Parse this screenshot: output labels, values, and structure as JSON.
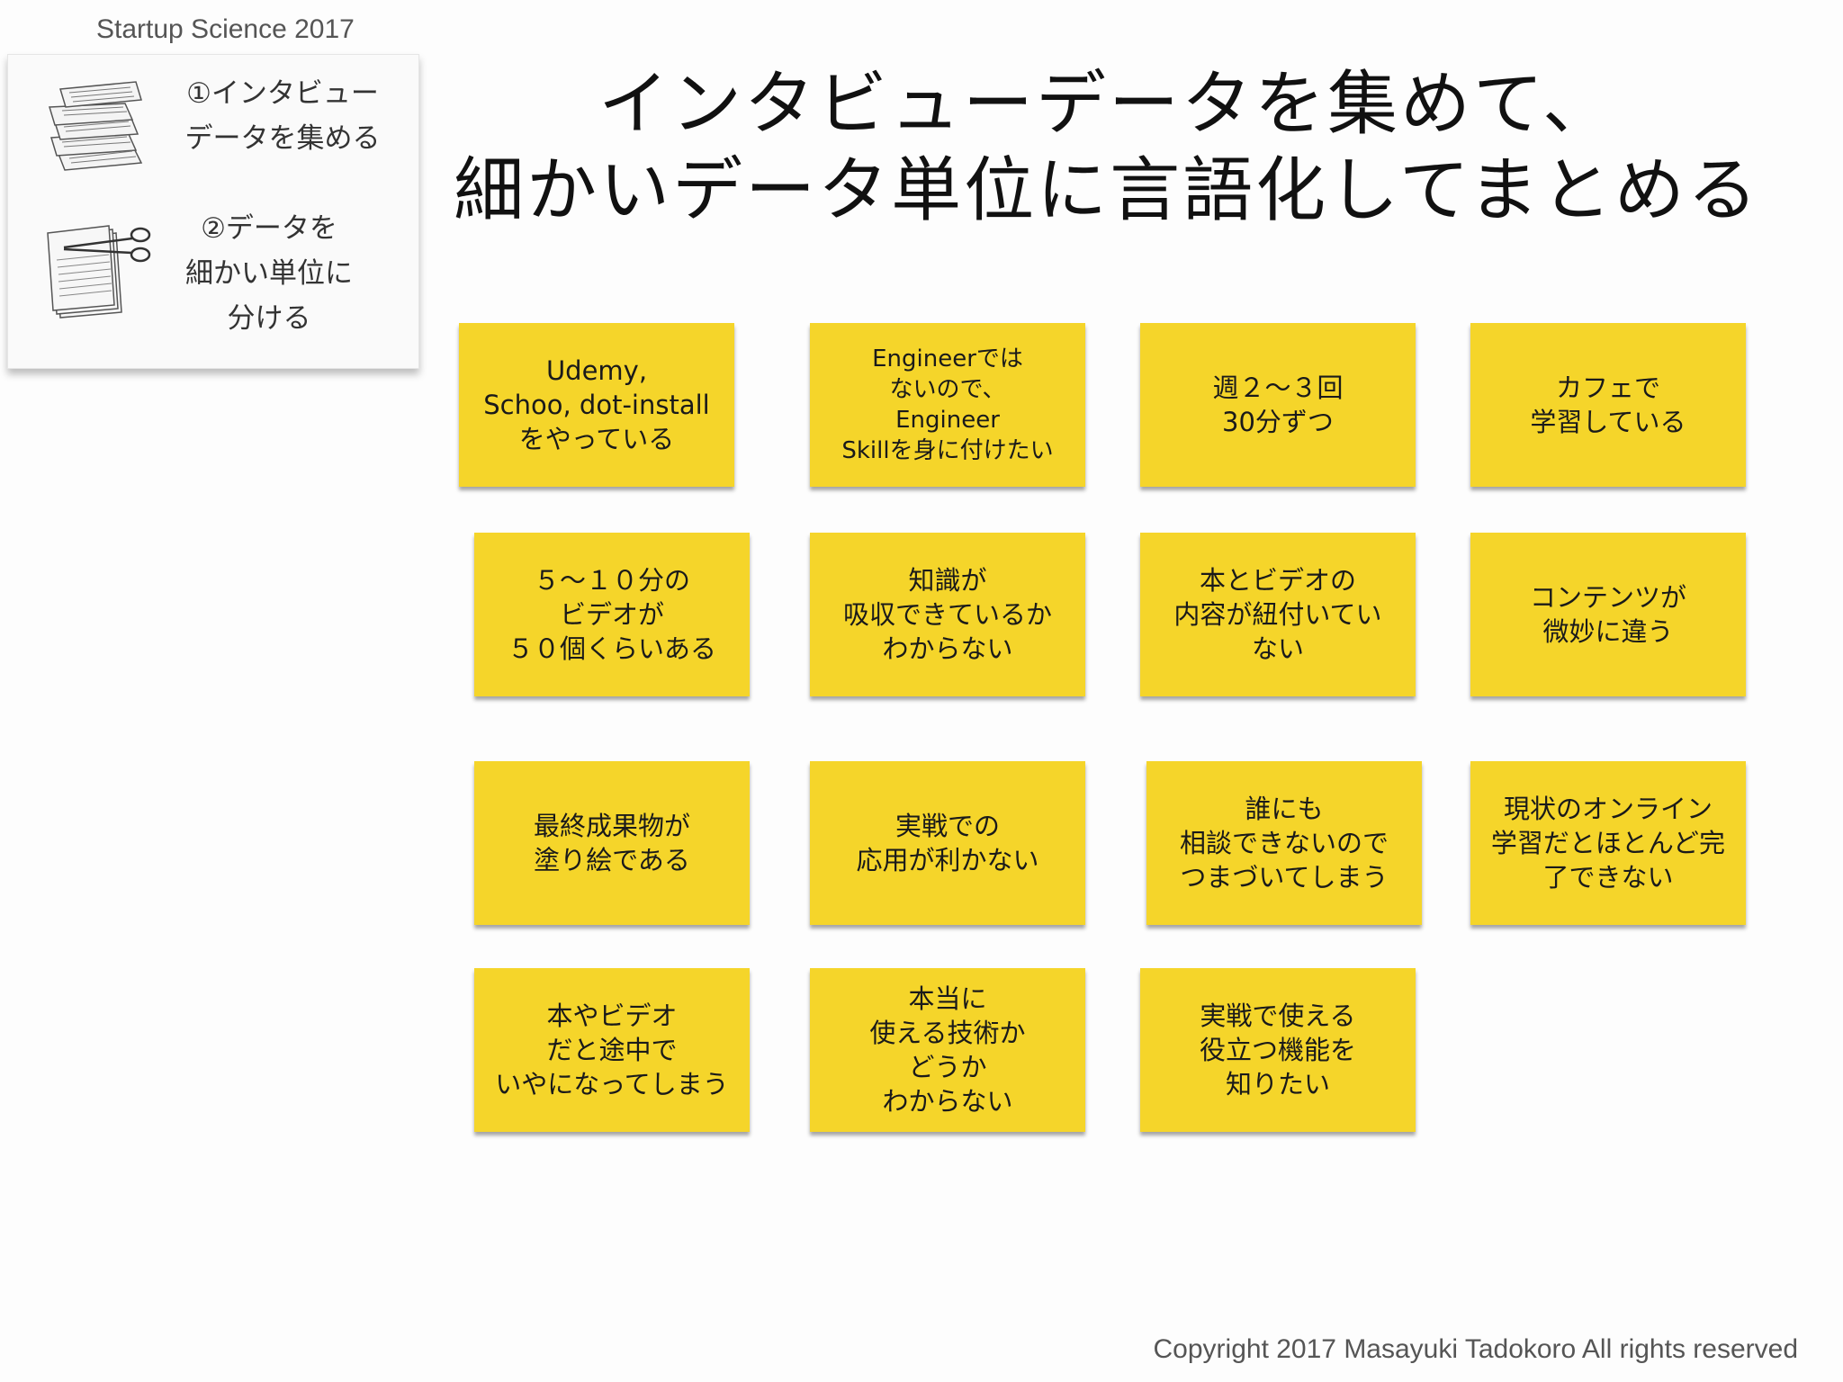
{
  "header": {
    "label": "Startup Science 2017"
  },
  "steps": {
    "items": [
      {
        "icon": "paper-stack-icon",
        "text": "①インタビュー\nデータを集める"
      },
      {
        "icon": "scissors-paper-icon",
        "text": "②データを\n細かい単位に\n分ける"
      }
    ]
  },
  "title": "インタビューデータを集めて、\n細かいデータ単位に言語化してまとめる",
  "notes": [
    {
      "text": "Udemy,\nSchoo, dot-install\nをやっている"
    },
    {
      "text": "Engineerでは\nないので、\nEngineer\nSkillを身に付けたい"
    },
    {
      "text": "週２〜３回\n30分ずつ"
    },
    {
      "text": "カフェで\n学習している"
    },
    {
      "text": "５〜１０分の\nビデオが\n５０個くらいある"
    },
    {
      "text": "知識が\n吸収できているか\nわからない"
    },
    {
      "text": "本とビデオの\n内容が紐付いてい\nない"
    },
    {
      "text": "コンテンツが\n微妙に違う"
    },
    {
      "text": "最終成果物が\n塗り絵である"
    },
    {
      "text": "実戦での\n応用が利かない"
    },
    {
      "text": "誰にも\n相談できないので\nつまづいてしまう"
    },
    {
      "text": "現状のオンライン\n学習だとほとんど完\n了できない"
    },
    {
      "text": "本やビデオ\nだと途中で\nいやになってしまう"
    },
    {
      "text": "本当に\n使える技術か\nどうか\nわからない"
    },
    {
      "text": "実戦で使える\n役立つ機能を\n知りたい"
    }
  ],
  "colors": {
    "note": "#f5d52a",
    "text": "#1a1a1a"
  },
  "footer": {
    "copyright": "Copyright 2017 Masayuki Tadokoro All rights reserved"
  }
}
